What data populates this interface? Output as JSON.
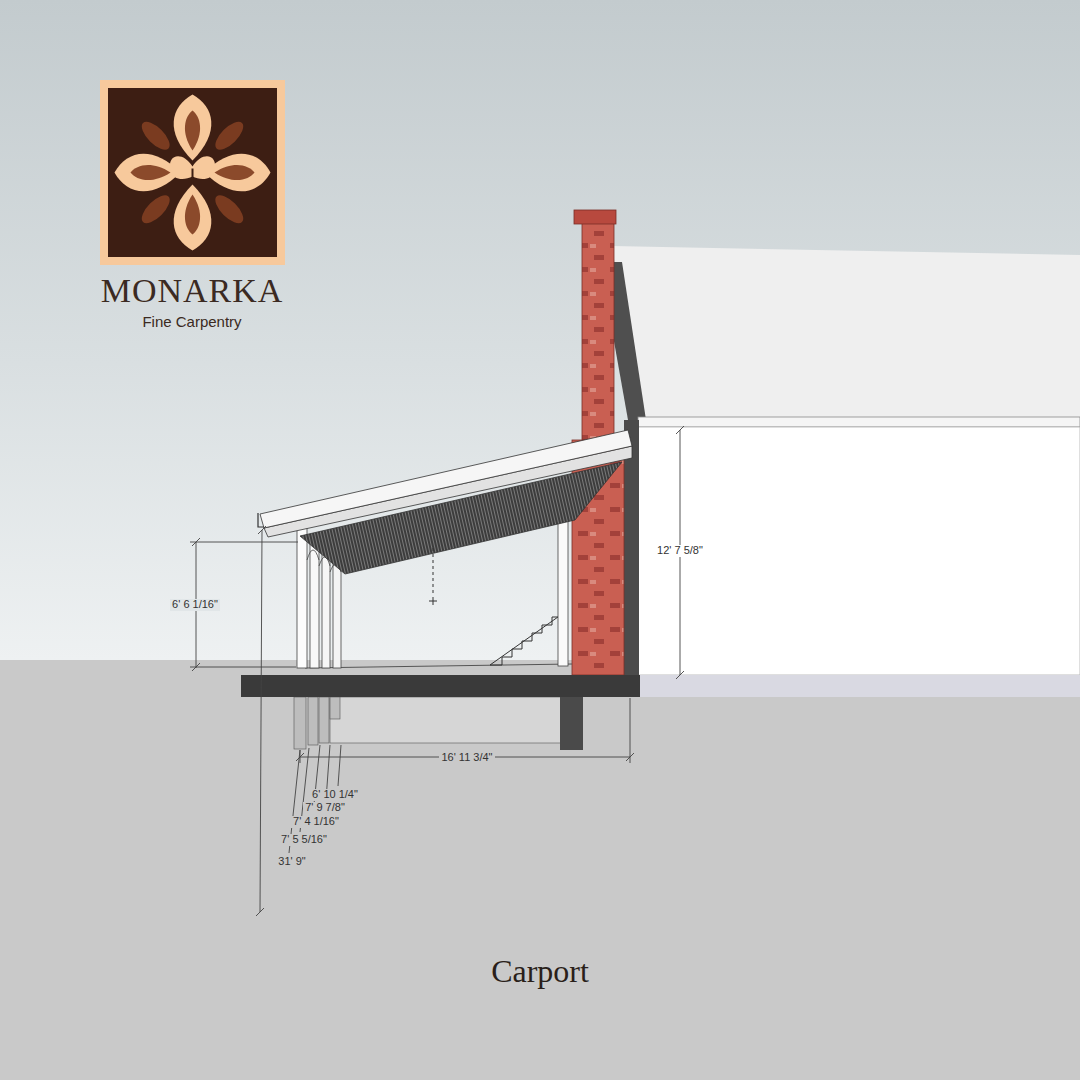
{
  "diagram": {
    "caption": "Carport",
    "labels": [
      "MONARKA",
      "Fine Carpentry",
      "6' 6 1/16\"",
      "12' 7 5/8\"",
      "16' 11 3/4\"",
      "6' 10 1/4\"",
      "7' 9 7/8\"",
      "7' 4 1/16\"",
      "7' 5 5/16\"",
      "31' 9\""
    ]
  }
}
